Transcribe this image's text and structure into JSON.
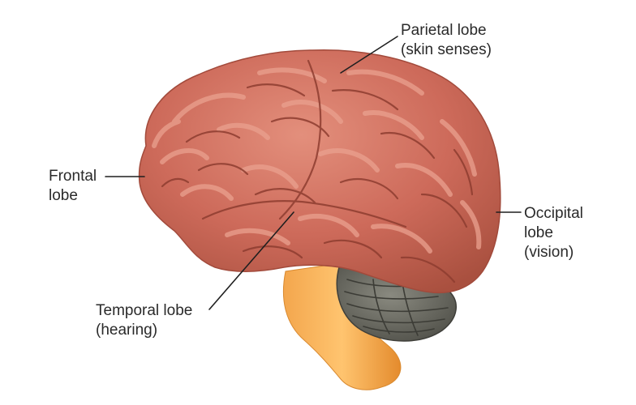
{
  "colors": {
    "cerebrum": "#cd6a5a",
    "cerebrum_highlight": "#eaa18f",
    "cerebrum_shadow": "#9e4638",
    "brainstem": "#f5a243",
    "cerebellum": "#6b6b62",
    "leader_line": "#1f1f1f"
  },
  "labels": {
    "parietal": {
      "line1": "Parietal lobe",
      "line2": "(skin senses)"
    },
    "frontal": {
      "line1": "Frontal",
      "line2": "lobe"
    },
    "occipital": {
      "line1": "Occipital",
      "line2": "lobe",
      "line3": "(vision)"
    },
    "temporal": {
      "line1": "Temporal lobe",
      "line2": "(hearing)"
    }
  }
}
